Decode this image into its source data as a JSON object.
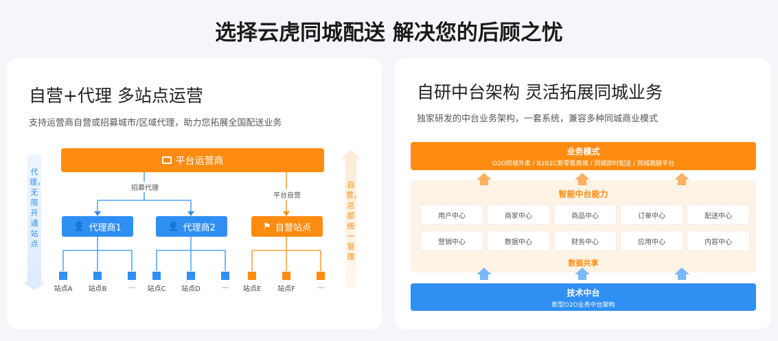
{
  "title": "选择云虎同城配送 解决您的后顾之忧",
  "left": {
    "heading": "自营+代理 多站点运营",
    "subtitle": "支持运营商自营或招募城市/区域代理，助力您拓展全国配送业务",
    "platform": "平台运营商",
    "recruit_label": "招募代理",
    "self_label": "平台自营",
    "agents": [
      "代理商1",
      "代理商2"
    ],
    "self_station": "自营站点",
    "stations": [
      "站点A",
      "站点B",
      "...",
      "站点C",
      "站点D",
      "...",
      "站点E",
      "站点F",
      "..."
    ],
    "left_arrow_text": "代理，无限开通站点",
    "right_arrow_text": "自营，总部统一管理"
  },
  "right": {
    "heading": "自研中台架构 灵活拓展同城业务",
    "subtitle": "独家研发的中台业务架构，一套系统，兼容多种同城商业模式",
    "business": {
      "title": "业务模式",
      "desc": "O2O同城外卖 / B2B2C新零售商城 / 同城即时配送 / 同城跑腿平台"
    },
    "middle": {
      "title": "智能中台能力",
      "cells": [
        "用户中心",
        "商家中心",
        "商品中心",
        "订单中心",
        "配送中心",
        "营销中心",
        "数据中心",
        "财务中心",
        "应用中心",
        "内容中心"
      ],
      "footer": "数据共享"
    },
    "tech": {
      "title": "技术中台",
      "desc": "新型O2O业务中台架构"
    }
  },
  "colors": {
    "orange": "#ff8c10",
    "blue": "#2f8ff3",
    "panel": "#fff3e6"
  }
}
